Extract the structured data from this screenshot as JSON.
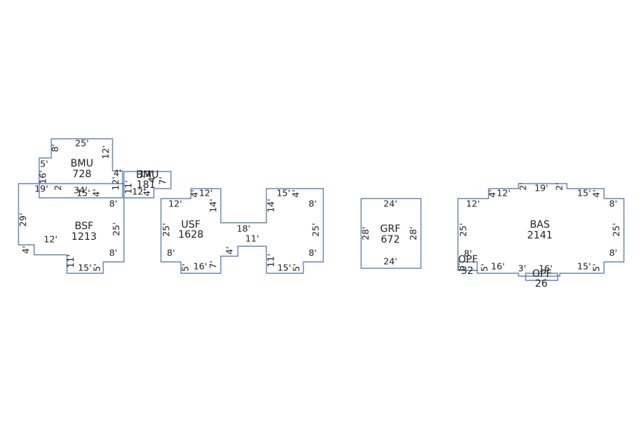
{
  "areas": [
    {
      "code": "BMU",
      "size": "728"
    },
    {
      "code": "BMU",
      "size": "181"
    },
    {
      "code": "BSF",
      "size": "1213"
    },
    {
      "code": "USF",
      "size": "1628"
    },
    {
      "code": "GRF",
      "size": "672"
    },
    {
      "code": "BAS",
      "size": "2141"
    },
    {
      "code": "OPF",
      "size": "32"
    },
    {
      "code": "OPF",
      "size": "26"
    }
  ],
  "dimensions": {
    "bmu_main": [
      "25'",
      "8'",
      "12'",
      "5'",
      "16'",
      "4'",
      "12'",
      "2'",
      "34'",
      "19'"
    ],
    "bmu_small": [
      "4'",
      "19'",
      "7'",
      "11'",
      "12'",
      "4'"
    ],
    "bsf": [
      "29'",
      "4'",
      "12'",
      "15'",
      "4'",
      "8'",
      "25'",
      "8'",
      "11'",
      "15'",
      "5'"
    ],
    "usf": [
      "12'",
      "4'",
      "12'",
      "14'",
      "25'",
      "8'",
      "5'",
      "16'",
      "7'",
      "4'",
      "18'",
      "11'",
      "14'",
      "15'",
      "4'",
      "8'",
      "25'",
      "8'",
      "11'",
      "15'",
      "5'"
    ],
    "grf": [
      "24'",
      "28'",
      "28'",
      "24'"
    ],
    "bas": [
      "12'",
      "4'",
      "12'",
      "2'",
      "19'",
      "2'",
      "15'",
      "4'",
      "8'",
      "25'",
      "25'",
      "8'",
      "8'",
      "5'",
      "16'",
      "3'",
      "16'",
      "15'",
      "5'",
      "8'"
    ]
  }
}
